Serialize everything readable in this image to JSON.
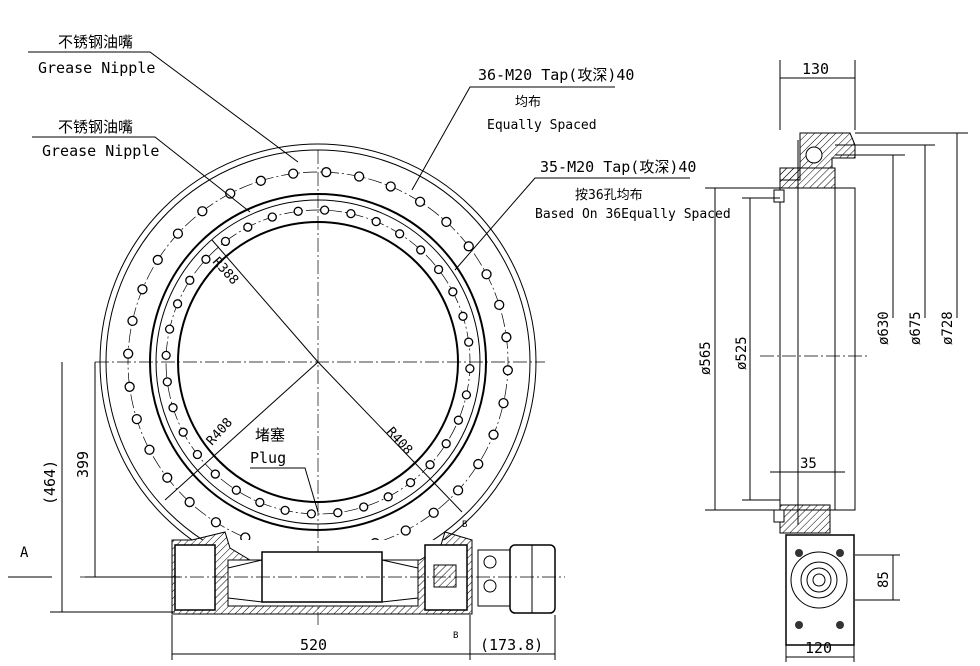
{
  "labels": {
    "grease_nipple_1_cn": "不锈钢油嘴",
    "grease_nipple_1_en": "Grease Nipple",
    "grease_nipple_2_cn": "不锈钢油嘴",
    "grease_nipple_2_en": "Grease Nipple",
    "tap36": "36-M20 Tap(攻深)40",
    "tap36_cn": "均布",
    "tap36_en": "Equally Spaced",
    "tap35": "35-M20 Tap(攻深)40",
    "tap35_cn": "按36孔均布",
    "tap35_en": "Based On 36Equally Spaced",
    "r388": "R388",
    "r408_left": "R408",
    "r408_right": "R408",
    "plug_cn": "堵塞",
    "plug_en": "Plug",
    "section_b_top": "B",
    "section_b_bottom": "B",
    "view_a": "A"
  },
  "dimensions": {
    "d464": "(464)",
    "d399": "399",
    "d520": "520",
    "d173": "(173.8)",
    "d130": "130",
    "d565": "ø565",
    "d525": "ø525",
    "d630": "ø630",
    "d675": "ø675",
    "d728": "ø728",
    "d35": "35",
    "d85": "85",
    "d120": "120"
  },
  "bolt_circles": {
    "outer_holes": 36,
    "inner_holes": 36
  }
}
